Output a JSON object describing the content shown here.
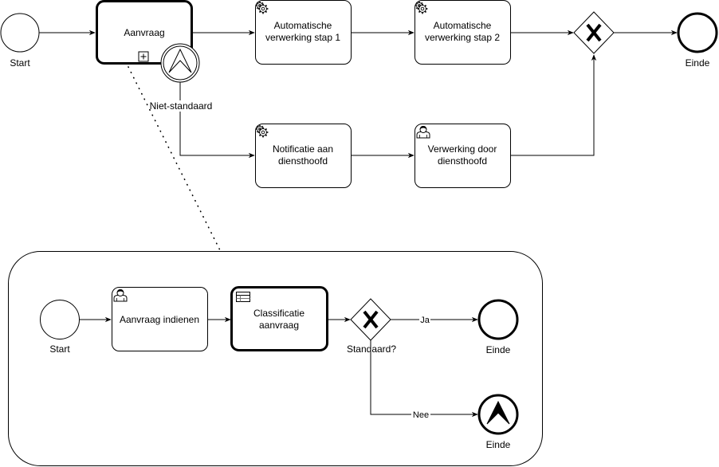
{
  "diagram": {
    "main_process": {
      "start_event": {
        "label": "Start"
      },
      "subprocess": {
        "label": "Aanvraag",
        "marker": "plus-icon"
      },
      "boundary_event": {
        "type": "escalation",
        "icon": "escalation-icon"
      },
      "boundary_flow_label": "Niet-standaard",
      "tasks": [
        {
          "id": "auto1",
          "label_lines": [
            "Automatische",
            "verwerking stap 1"
          ],
          "icon": "gear-icon",
          "type": "service"
        },
        {
          "id": "auto2",
          "label_lines": [
            "Automatische",
            "verwerking stap 2"
          ],
          "icon": "gear-icon",
          "type": "service"
        },
        {
          "id": "notif",
          "label_lines": [
            "Notificatie aan",
            "diensthoofd"
          ],
          "icon": "gear-icon",
          "type": "service"
        },
        {
          "id": "manual",
          "label_lines": [
            "Verwerking door",
            "diensthoofd"
          ],
          "icon": "user-icon",
          "type": "user"
        }
      ],
      "gateway": {
        "type": "exclusive",
        "icon": "x-icon"
      },
      "end_event": {
        "label": "Einde"
      }
    },
    "expanded_subprocess": {
      "start_event": {
        "label": "Start"
      },
      "tasks": [
        {
          "id": "indienen",
          "label_lines": [
            "Aanvraag indienen"
          ],
          "icon": "user-icon",
          "type": "user"
        },
        {
          "id": "classif",
          "label_lines": [
            "Classificatie",
            "aanvraag"
          ],
          "icon": "business-rule-icon",
          "type": "business-rule"
        }
      ],
      "gateway": {
        "type": "exclusive",
        "label": "Standaard?",
        "icon": "x-icon"
      },
      "flows": {
        "yes_label": "Ja",
        "no_label": "Nee"
      },
      "end_event": {
        "label": "Einde"
      },
      "escalation_end_event": {
        "label": "Einde",
        "icon": "escalation-icon"
      }
    }
  }
}
